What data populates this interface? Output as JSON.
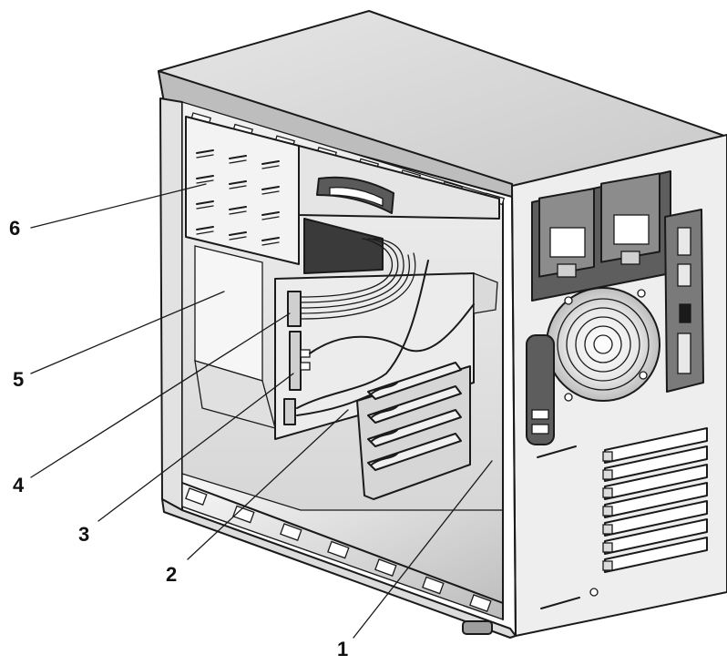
{
  "callouts": [
    {
      "id": "1",
      "label": "1"
    },
    {
      "id": "2",
      "label": "2"
    },
    {
      "id": "3",
      "label": "3"
    },
    {
      "id": "4",
      "label": "4"
    },
    {
      "id": "5",
      "label": "5"
    },
    {
      "id": "6",
      "label": "6"
    }
  ],
  "colors": {
    "ink": "#1a1a1a",
    "face_light": "#f4f4f4",
    "face_mid": "#d9d9d9",
    "face_dark": "#b5b5b5",
    "shadow": "#9a9a9a"
  }
}
